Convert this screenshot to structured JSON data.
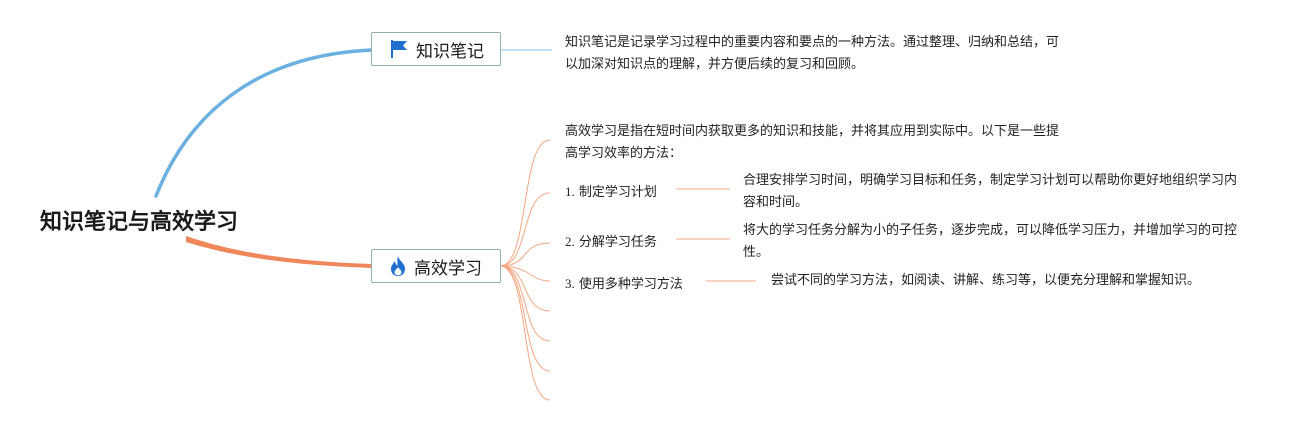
{
  "root": {
    "title": "知识笔记与高效学习"
  },
  "branches": [
    {
      "label": "知识笔记",
      "icon": "flag-icon",
      "color": "#6ab0e0",
      "description": "知识笔记是记录学习过程中的重要内容和要点的一种方法。通过整理、归纳和总结，可以加深对知识点的理解，并方便后续的复习和回顾。"
    },
    {
      "label": "高效学习",
      "icon": "flame-icon",
      "color": "#f0875a",
      "intro": "高效学习是指在短时间内获取更多的知识和技能，并将其应用到实际中。以下是一些提高学习效率的方法：",
      "methods": [
        {
          "num": "1.",
          "title": "制定学习计划",
          "detail": "合理安排学习时间，明确学习目标和任务，制定学习计划可以帮助你更好地组织学习内容和时间。"
        },
        {
          "num": "2.",
          "title": "分解学习任务",
          "detail": "将大的学习任务分解为小的子任务，逐步完成，可以降低学习压力，并增加学习的可控性。"
        },
        {
          "num": "3.",
          "title": "使用多种学习方法",
          "detail": "尝试不同的学习方法，如阅读、讲解、练习等，以便充分理解和掌握知识。"
        }
      ]
    }
  ]
}
